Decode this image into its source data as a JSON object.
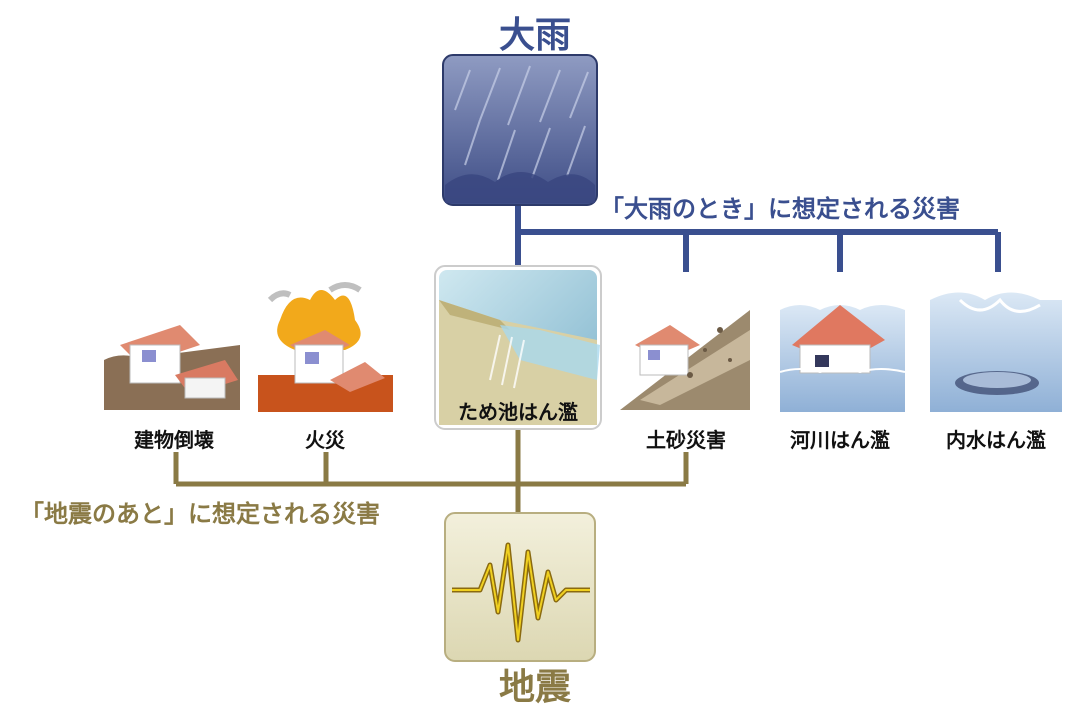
{
  "main_nodes": {
    "heavy_rain": "大雨",
    "earthquake": "地震"
  },
  "groups": {
    "rain_disasters": "「大雨のとき」に想定される災害",
    "quake_disasters": "「地震のあと」に想定される災害"
  },
  "disasters": {
    "building_collapse": "建物倒壊",
    "fire": "火災",
    "pond_flood": "ため池はん濫",
    "landslide": "土砂災害",
    "river_flood": "河川はん濫",
    "inland_flood": "内水はん濫"
  },
  "colors": {
    "rain_line": "#3a4f8f",
    "quake_line": "#8a7a45"
  }
}
